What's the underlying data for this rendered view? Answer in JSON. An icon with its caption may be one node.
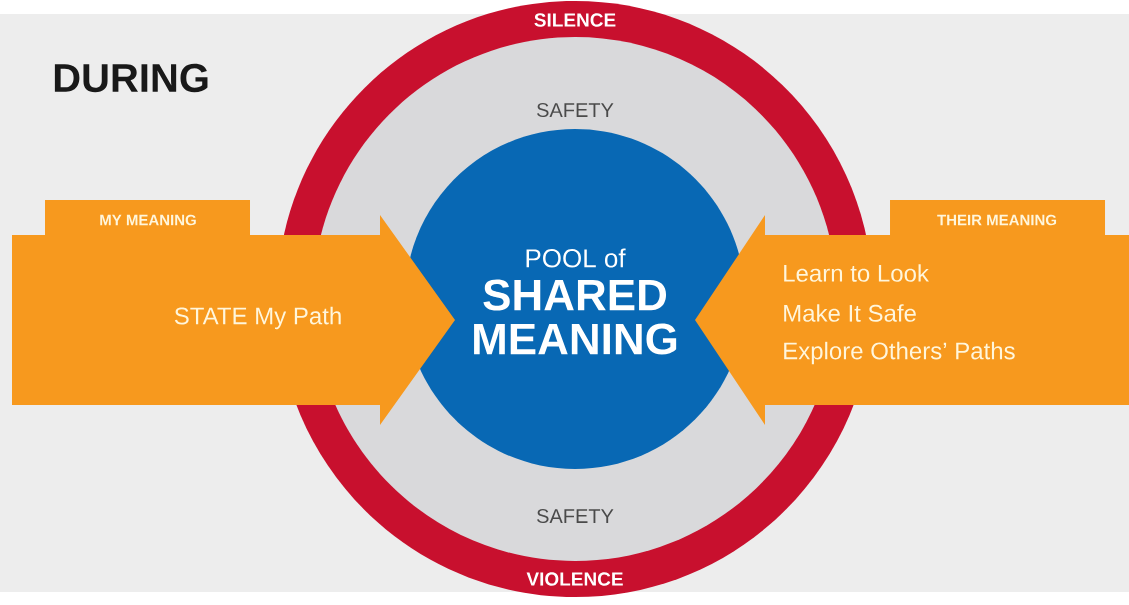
{
  "diagram": {
    "title": "DURING",
    "nodes": [
      {
        "text": [
          "SILENCE",
          "VIOLENCE"
        ]
      },
      {
        "text": [
          "SAFETY",
          "SAFETY"
        ],
        "in": 0
      },
      {
        "text": [
          "POOL of",
          "SHARED MEANING"
        ],
        "in": 1
      },
      {
        "text": [
          "MY MEANING"
        ]
      },
      {
        "text": [
          "STATE My Path"
        ]
      },
      {
        "text": [
          "THEIR MEANING"
        ]
      },
      {
        "text": [
          "Learn to Look",
          "Make It Safe",
          "Explore Others’ Paths"
        ]
      }
    ]
  }
}
